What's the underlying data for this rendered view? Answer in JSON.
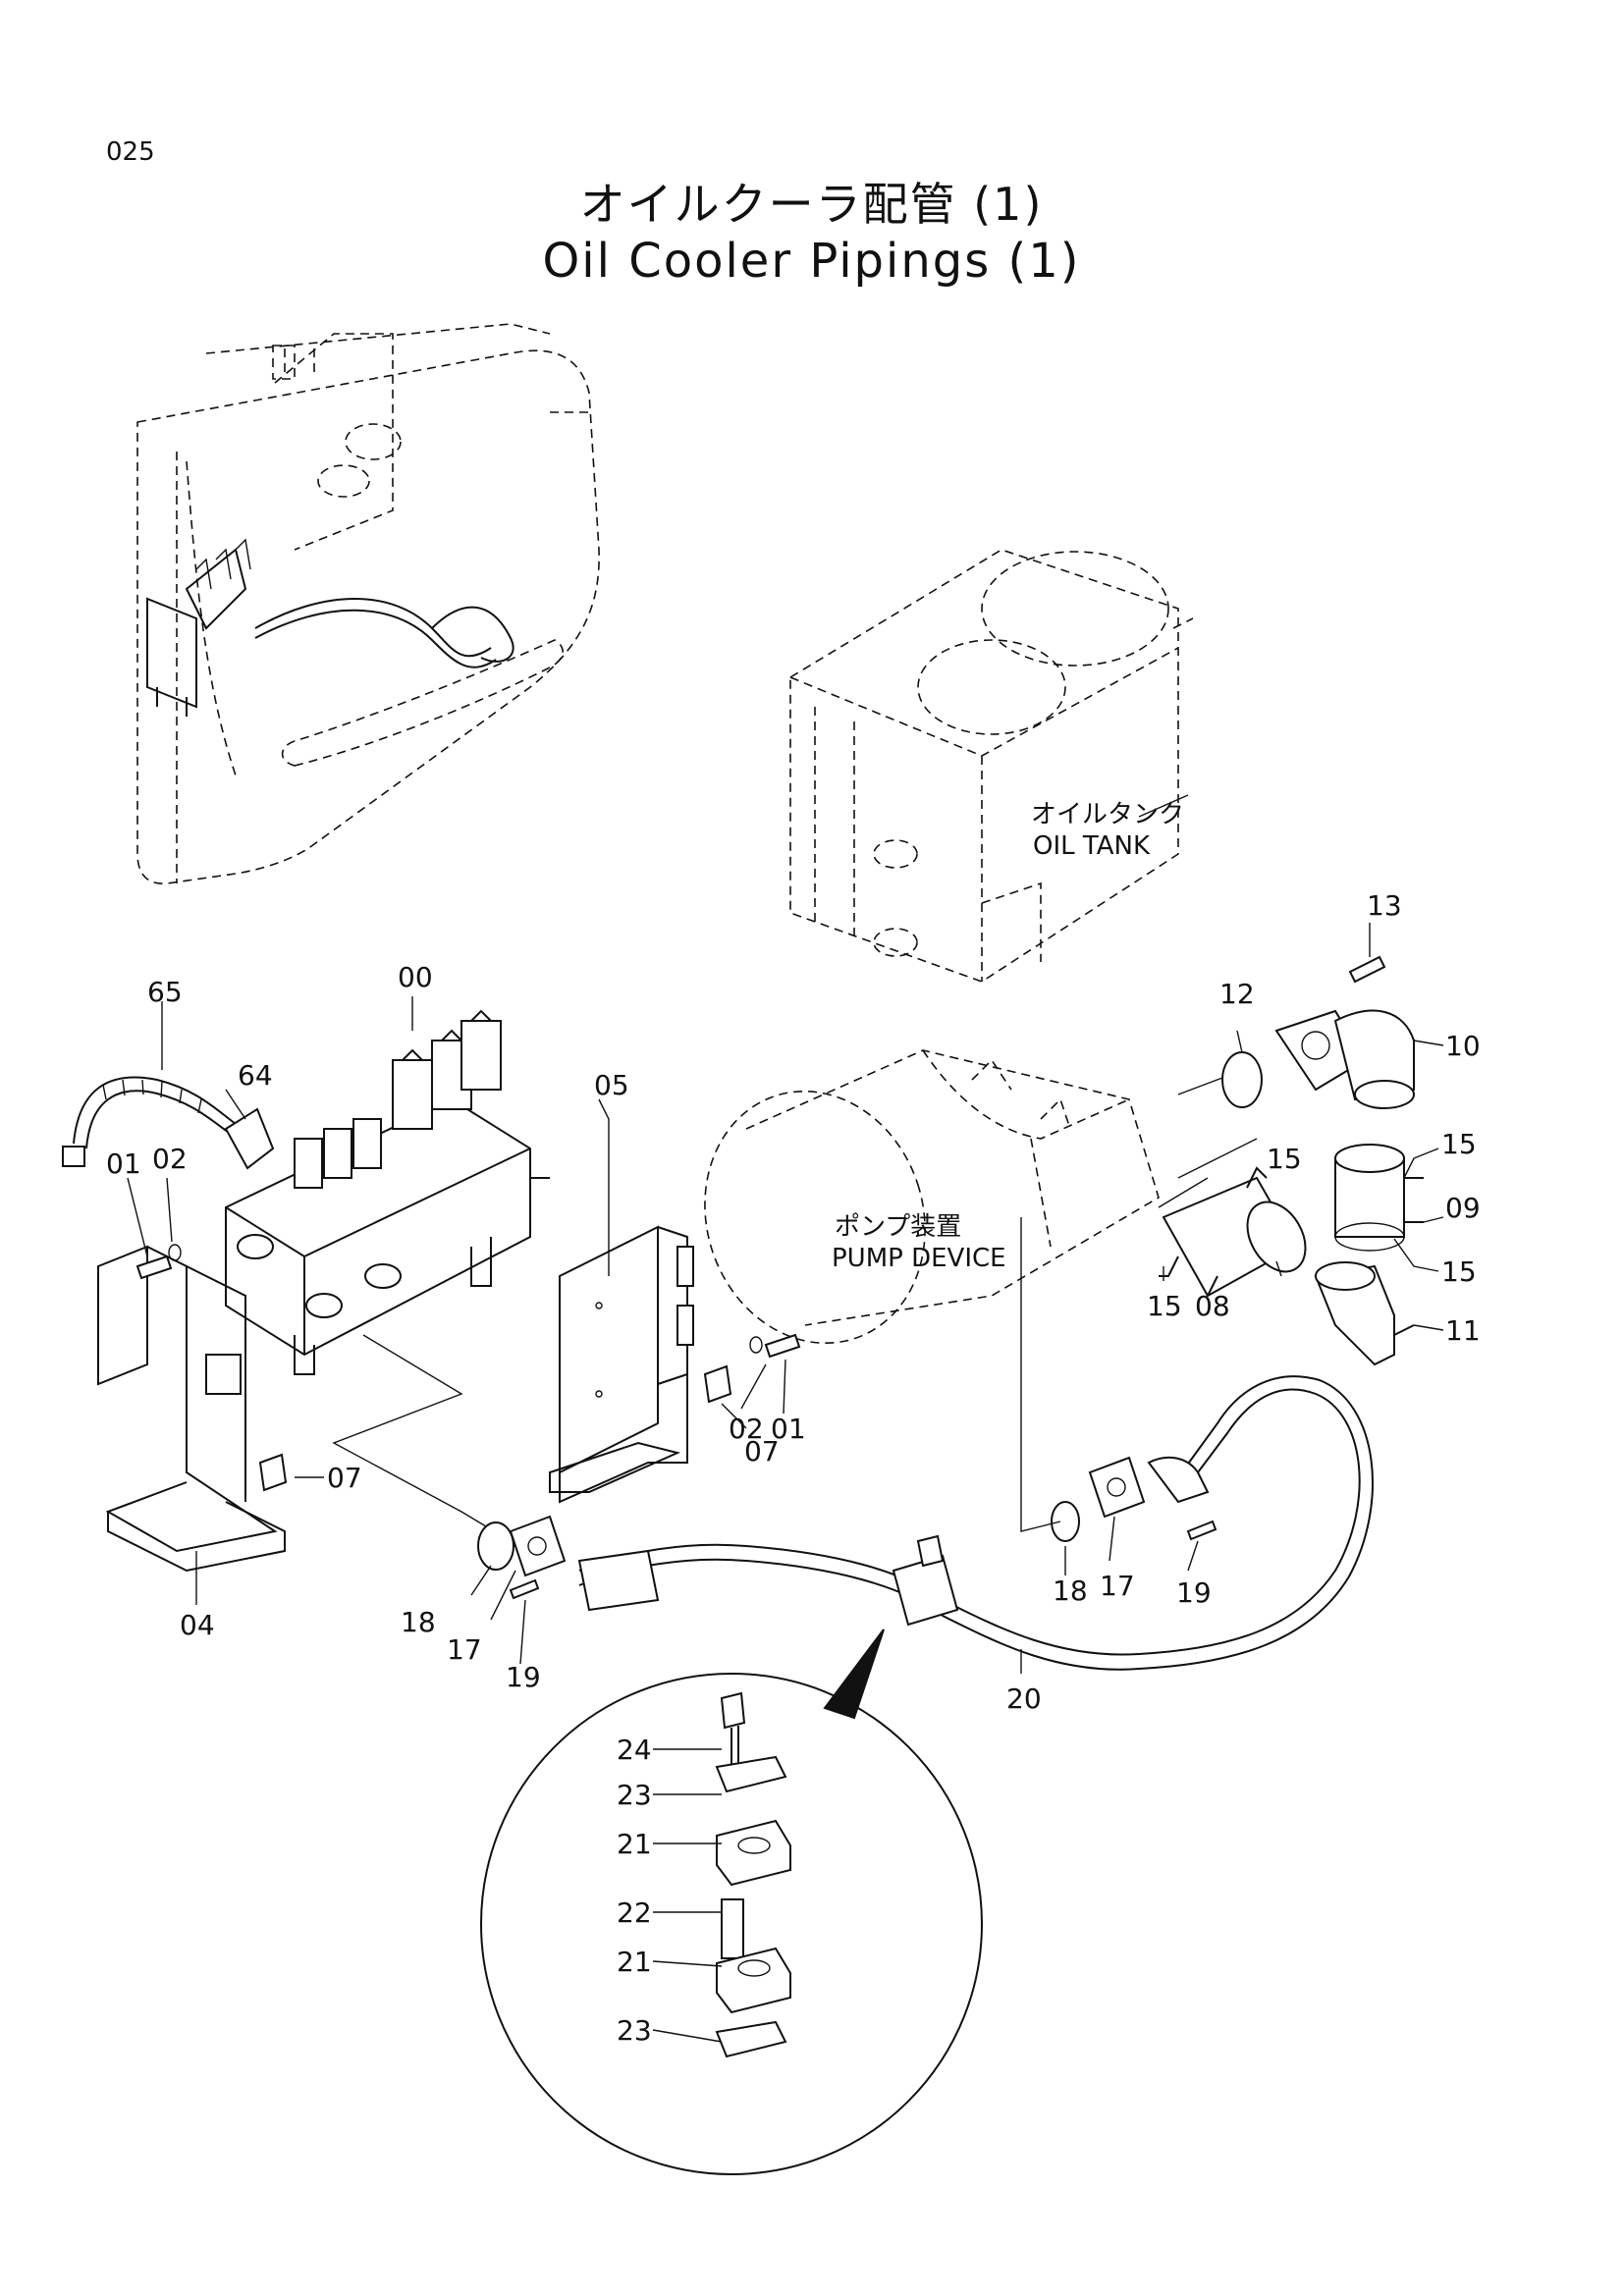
{
  "page_number": "025",
  "title_jp": "オイルクーラ配管 (1)",
  "title_en": "Oil Cooler Pipings (1)",
  "captions": {
    "oil_tank_jp": "オイルタンク",
    "oil_tank_en": "OIL  TANK",
    "pump_device_jp": "ポンプ装置",
    "pump_device_en": "PUMP  DEVICE"
  },
  "part_labels": {
    "p00": "00",
    "p01a": "01",
    "p01b": "01",
    "p02a": "02",
    "p02b": "02",
    "p04": "04",
    "p05": "05",
    "p07a": "07",
    "p07b": "07",
    "p08": "08",
    "p09": "09",
    "p10": "10",
    "p11": "11",
    "p12": "12",
    "p13": "13",
    "p15a": "15",
    "p15b": "15",
    "p15c": "15",
    "p15d": "15",
    "p17a": "17",
    "p17b": "17",
    "p18a": "18",
    "p18b": "18",
    "p19a": "19",
    "p19b": "19",
    "p20": "20",
    "p21a": "21",
    "p21b": "21",
    "p22": "22",
    "p23a": "23",
    "p23b": "23",
    "p24": "24",
    "p64": "64",
    "p65": "65"
  }
}
